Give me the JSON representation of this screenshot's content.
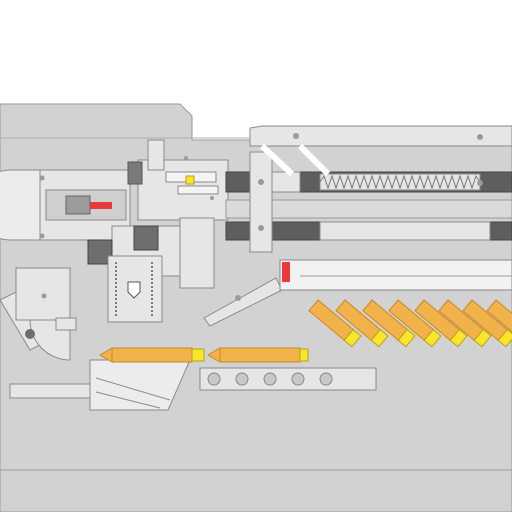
{
  "scene": {
    "kind": "mechanism-cutaway",
    "palette": {
      "background": "#ffffff",
      "frame": "#d2d2d2",
      "frame_dark": "#bdbdbd",
      "outline": "#8a8a8a",
      "dark_block": "#6e6e6e",
      "panel_light": "#e6e6e6",
      "red_indicator": "#e83a3a",
      "cartridge_brass": "#f1b24a",
      "cartridge_brass_dark": "#c68a2a",
      "bullet_tip": "#f7e62a",
      "spring": "#7a7a7a",
      "screw": "#9a9a9a"
    },
    "icons": [
      "screw-icon",
      "spring-icon",
      "shield-emblem-icon",
      "cartridge-icon"
    ],
    "cartridges": {
      "loaded_in_tray": 2,
      "in_magazine": 8
    }
  }
}
